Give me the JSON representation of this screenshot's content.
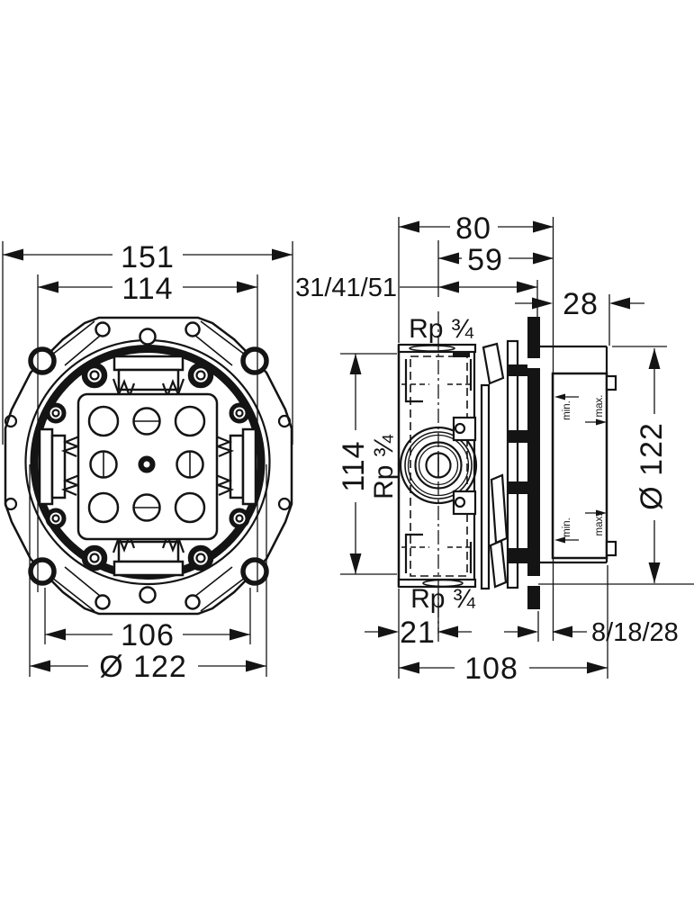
{
  "colors": {
    "ink": "#141414",
    "background": "#ffffff"
  },
  "front_view": {
    "dim_flange_width": "151",
    "dim_screw_width": "114",
    "dim_body_width": "106",
    "dim_seal_diameter": "Ø 122"
  },
  "side_view": {
    "dim_total_depth": "80",
    "dim_front_depth": "59",
    "dim_install_depth_options": "31/41/51",
    "dim_cover_depth": "28",
    "dim_port_spacing": "114",
    "dim_seal_diameter": "Ø 122",
    "dim_inlet_offset": "21",
    "dim_plaster_options": "8/18/28",
    "dim_total_length": "108",
    "label_port_top": "Rp ¾",
    "label_port_center": "Rp ¾",
    "label_port_bottom": "Rp ¾",
    "label_min_upper": "min.",
    "label_max_upper": "max.",
    "label_min_lower": "min.",
    "label_max_lower": "max."
  }
}
